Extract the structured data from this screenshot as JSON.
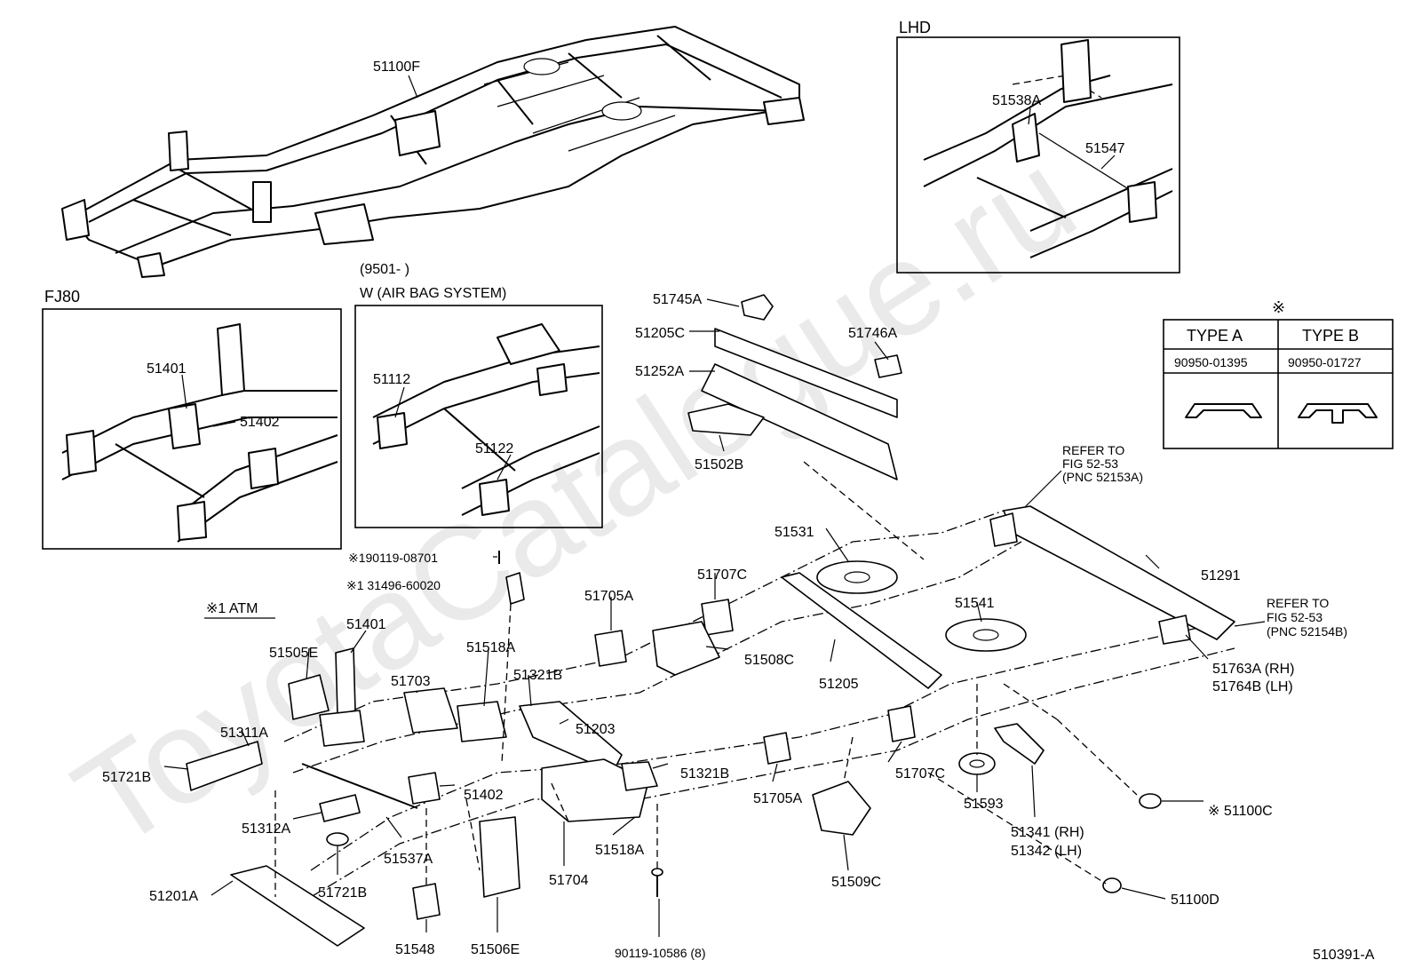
{
  "watermark": "ToyotaCatalogue.ru",
  "diagram_id": "510391-A",
  "insets": {
    "lhd": {
      "title": "LHD",
      "labels": [
        "51538A",
        "51547"
      ]
    },
    "fj80": {
      "title": "FJ80",
      "labels": [
        "51401",
        "51402"
      ]
    },
    "airbag": {
      "title_line1": "(9501-        )",
      "title_line2": "W (AIR BAG SYSTEM)",
      "labels": [
        "51112",
        "51122"
      ]
    }
  },
  "type_table": {
    "marker": "※",
    "col_a": {
      "header": "TYPE A",
      "part": "90950-01395"
    },
    "col_b": {
      "header": "TYPE B",
      "part": "90950-01727"
    }
  },
  "atm_note": "※1 ATM",
  "refer_notes": {
    "top": [
      "REFER TO",
      "FIG 52-53",
      "(PNC 52153A)"
    ],
    "right": [
      "REFER TO",
      "FIG 52-53",
      "(PNC 52154B)"
    ]
  },
  "labels": {
    "p51100F": "51100F",
    "p51745A": "51745A",
    "p51205C": "51205C",
    "p51746A": "51746A",
    "p51252A": "51252A",
    "p51502B": "51502B",
    "p90119_08701": "※190119-08701",
    "p31496_60020": "※1 31496-60020",
    "p51531": "51531",
    "p51291": "51291",
    "p51707C_top": "51707C",
    "p51705A_top": "51705A",
    "p51541": "51541",
    "p51401": "51401",
    "p51505E": "51505E",
    "p51518A_top": "51518A",
    "p51703": "51703",
    "p51508C": "51508C",
    "p51321B_top": "51321B",
    "p51205": "51205",
    "p51763A": "51763A (RH)",
    "p51764B": "51764B (LH)",
    "p51311A": "51311A",
    "p51203": "51203",
    "p51721B_left": "51721B",
    "p51321B_bot": "51321B",
    "p51402": "51402",
    "p51705A_bot": "51705A",
    "p51707C_bot": "51707C",
    "p51312A": "51312A",
    "p51593": "51593",
    "p51100C": "※ 51100C",
    "p51537A": "51537A",
    "p51518A_bot": "51518A",
    "p51341": "51341 (RH)",
    "p51342": "51342 (LH)",
    "p51721B_bot": "51721B",
    "p51704": "51704",
    "p51509C": "51509C",
    "p51201A": "51201A",
    "p51100D": "51100D",
    "p51548": "51548",
    "p51506E": "51506E",
    "p90119_10586": "90119-10586 (8)"
  }
}
